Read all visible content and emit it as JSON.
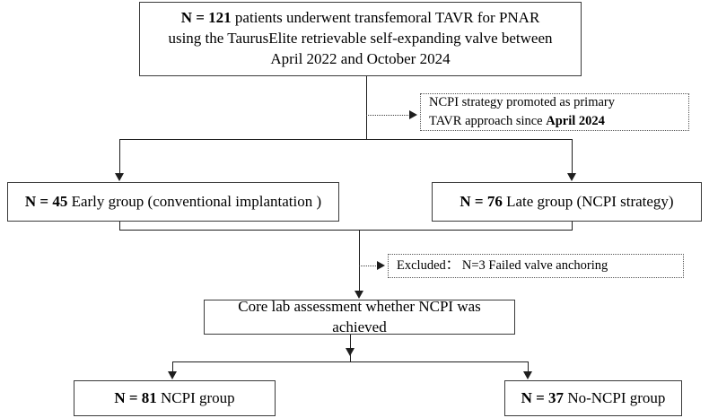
{
  "diagram": {
    "title": "TAVR NCPI patient flow diagram",
    "nodes": {
      "top": {
        "n_label": "N = 121",
        "line1_rest": " patients underwent transfemoral TAVR for  PNAR",
        "line2": "using the TaurusElite retrievable self-expanding valve between",
        "line3": "April 2022 and October 2024"
      },
      "early": {
        "n_label": "N = 45",
        "rest": "  Early group (conventional implantation )"
      },
      "late": {
        "n_label": "N = 76",
        "rest": "  Late group (NCPI strategy)"
      },
      "corelab": {
        "text": "Core lab assessment whether NCPI was achieved"
      },
      "ncpi": {
        "n_label": "N = 81",
        "rest": "  NCPI group"
      },
      "noncpi": {
        "n_label": "N = 37",
        "rest": " No-NCPI group"
      }
    },
    "notes": {
      "strategy": {
        "line1": "NCPI strategy promoted as primary",
        "line2_prefix": "TAVR approach since ",
        "line2_bold": "April 2024"
      },
      "excluded": {
        "text": "Excluded：  N=3 Failed valve anchoring"
      }
    },
    "colors": {
      "box_border": "#3a3a3a",
      "note_border": "#555555",
      "connector": "#1e1e1e",
      "background": "#ffffff",
      "text": "#000000"
    }
  }
}
